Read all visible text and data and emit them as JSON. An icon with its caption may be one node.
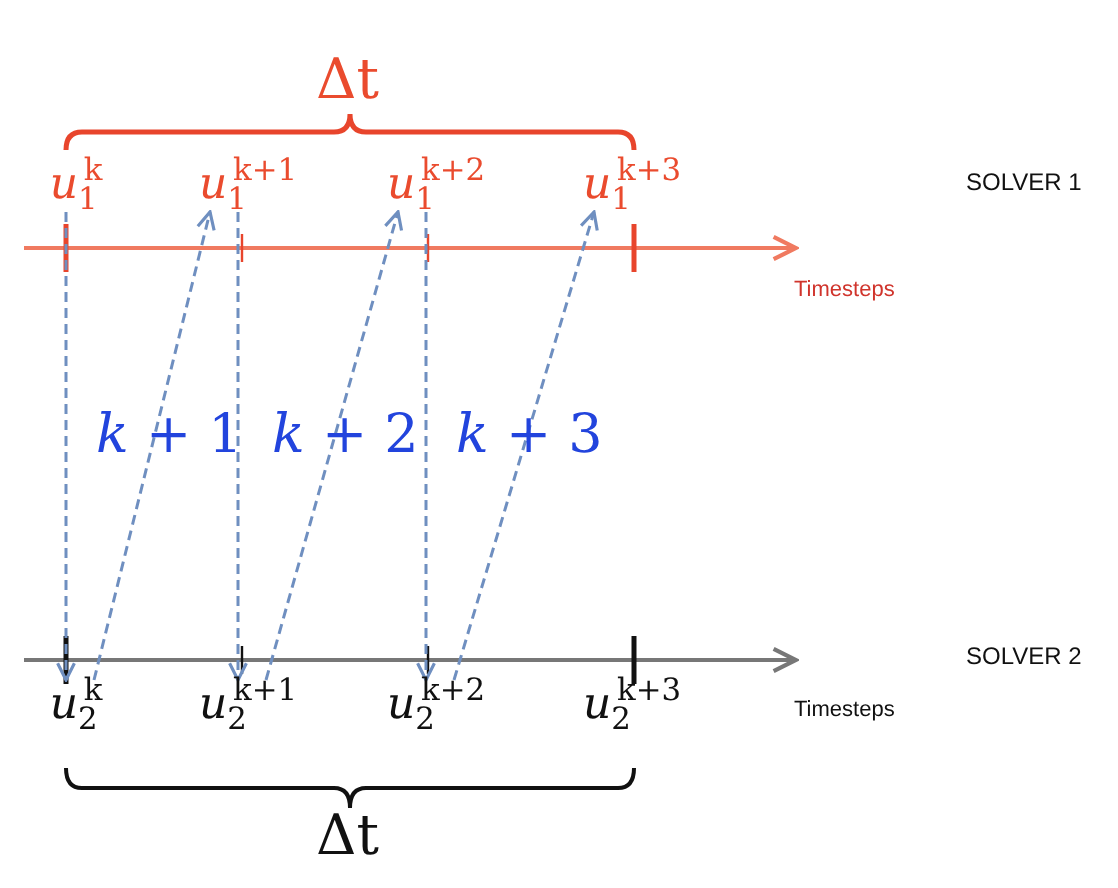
{
  "diagram": {
    "nodes": [
      {
        "text": [
          "*u*$_{1}$$^{k}$"
        ]
      },
      {
        "text": [
          "*u*$_{1}$$^{k+1}$"
        ]
      },
      {
        "text": [
          "*u*$_{1}$$^{k+2}$"
        ]
      },
      {
        "text": [
          "*u*$_{1}$$^{k+3}$"
        ]
      },
      {
        "text": [
          "*u*$_{2}$$^{k}$"
        ]
      },
      {
        "text": [
          "*u*$_{2}$$^{k+1}$"
        ]
      },
      {
        "text": [
          "*u*$_{2}$$^{k+2}$"
        ]
      },
      {
        "text": [
          "*u*$_{2}$$^{k+3}$"
        ]
      }
    ],
    "edges": [
      {
        "from": 0,
        "to": 4,
        "arrow": "to",
        "style": "dashed"
      },
      {
        "from": 4,
        "to": 1,
        "arrow": "to",
        "style": "dashed"
      },
      {
        "from": 1,
        "to": 5,
        "arrow": "to",
        "style": "dashed"
      },
      {
        "from": 5,
        "to": 2,
        "arrow": "to",
        "style": "dashed"
      },
      {
        "from": 2,
        "to": 6,
        "arrow": "to",
        "style": "dashed"
      },
      {
        "from": 6,
        "to": 3,
        "arrow": "to",
        "style": "dashed"
      }
    ],
    "labels": [
      "Δt",
      "SOLVER 1",
      "Timesteps",
      "*k* + 1",
      "*k* + 2",
      "*k* + 3",
      "SOLVER 2",
      "Timesteps",
      "Δt"
    ]
  }
}
